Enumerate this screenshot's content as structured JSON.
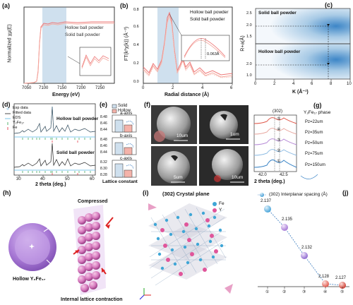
{
  "panels": {
    "a": {
      "label": "(a)",
      "ylabel": "Normalized χμ(E)",
      "xlabel": "Energy (eV)",
      "xticks": [
        "7050",
        "7100",
        "7150",
        "7200",
        "7250"
      ],
      "legend": [
        "Hollow ball powder",
        "Solid ball powder"
      ]
    },
    "b": {
      "label": "(b)",
      "ylabel": "FT(k²χ(k)) (Å⁻³)",
      "xlabel": "Radial distance (Å)",
      "xticks": [
        "0",
        "2",
        "4",
        "6"
      ],
      "yticks": [
        "0.0",
        "0.2",
        "0.4",
        "0.6",
        "0.8"
      ],
      "legend": [
        "Hollow ball powder",
        "Solid ball powder"
      ],
      "annotation": "0.063Å"
    },
    "c": {
      "label": "(c)",
      "ylabel": "R+a(Å)",
      "xlabel": "K (Å⁻¹)",
      "xticks": [
        "0",
        "2",
        "4",
        "6",
        "8",
        "10"
      ],
      "yticks": [
        "1.0",
        "1.5",
        "2.0",
        "2.5"
      ],
      "top_title": "Solid ball powder",
      "bottom_title": "Hollow ball powder"
    },
    "d": {
      "label": "(d)",
      "legend": [
        "Exp data",
        "Fitted data",
        "EDS",
        "Y₂Fe₁₇",
        "Fe"
      ],
      "top_title": "Hollow ball powder",
      "bottom_title": "Solid ball powder",
      "xlabel": "2 theta (deg.)",
      "xticks": [
        "30",
        "40",
        "50",
        "60"
      ]
    },
    "e": {
      "label": "(e)",
      "legend": [
        "Solid",
        "Hollow"
      ],
      "axes": [
        "a-axis",
        "b-axis",
        "c-axis"
      ],
      "a_ticks": [
        "8.48",
        "8.46",
        "8.44"
      ],
      "b_ticks": [
        "8.48",
        "8.46",
        "8.44"
      ],
      "c_ticks": [
        "8.32",
        "8.30",
        "8.28"
      ],
      "xlabel": "Lattice constant"
    },
    "f": {
      "label": "(f)",
      "scales": [
        "10um",
        "1um",
        "5um",
        "10um"
      ]
    },
    "g": {
      "label": "(g)",
      "peak": "(302)",
      "phase": "Y₂Fe₁₇ phase",
      "rows": [
        {
          "num": "⑤",
          "label": "Pz=22um"
        },
        {
          "num": "④",
          "label": "Pz=35um"
        },
        {
          "num": "③",
          "label": "Pz=50um"
        },
        {
          "num": "②",
          "label": "Pz=75um"
        },
        {
          "num": "①",
          "label": "Pz=150um"
        }
      ],
      "xticks": [
        "42.0",
        "42.5"
      ],
      "xlabel": "2 theta (deg.)"
    },
    "h": {
      "label": "(h)",
      "compressed": "Compressed",
      "sphere": "Hollow Y₂Fe₁₇",
      "caption": "Internal lattice contraction"
    },
    "i": {
      "label": "(i)",
      "title": "(302) Crystal plane",
      "legend": [
        "Fe",
        "Y"
      ]
    },
    "j": {
      "label": "(j)",
      "legend": "(302) Interplanar spacing (Å)",
      "points": [
        "2.137",
        "2.135",
        "2.132",
        "2.128",
        "2.127"
      ],
      "xticks": [
        "①",
        "②",
        "③",
        "④",
        "⑤"
      ]
    }
  },
  "chart_data": [
    {
      "panel": "a",
      "type": "line",
      "xlabel": "Energy (eV)",
      "ylabel": "Normalized χμ(E)",
      "xlim": [
        7040,
        7280
      ],
      "series": [
        {
          "name": "Hollow ball powder"
        },
        {
          "name": "Solid ball powder"
        }
      ]
    },
    {
      "panel": "b",
      "type": "line",
      "xlabel": "Radial distance (Å)",
      "ylabel": "FT(k²χ(k)) (Å⁻³)",
      "xlim": [
        0,
        6
      ],
      "ylim": [
        0,
        0.8
      ],
      "series": [
        {
          "name": "Hollow ball powder"
        },
        {
          "name": "Solid ball powder"
        }
      ]
    },
    {
      "panel": "c",
      "type": "heatmap",
      "xlabel": "K (Å⁻¹)",
      "ylabel": "R+a(Å)",
      "xlim": [
        0,
        10
      ],
      "ylim": [
        1.0,
        2.75
      ],
      "maxima": [
        {
          "name": "Solid ball powder",
          "k": 8,
          "r": 2.1
        },
        {
          "name": "Hollow ball powder",
          "k": 8,
          "r": 2.0
        }
      ]
    },
    {
      "panel": "e",
      "type": "bar",
      "categories": [
        "a-axis",
        "b-axis",
        "c-axis"
      ],
      "series": [
        {
          "name": "Solid",
          "values": [
            8.474,
            8.474,
            8.312
          ]
        },
        {
          "name": "Hollow",
          "values": [
            8.452,
            8.452,
            8.298
          ]
        }
      ]
    },
    {
      "panel": "j",
      "type": "scatter",
      "categories": [
        "①",
        "②",
        "③",
        "④",
        "⑤"
      ],
      "series": [
        {
          "name": "(302) Interplanar spacing (Å)",
          "values": [
            2.137,
            2.135,
            2.132,
            2.128,
            2.127
          ]
        }
      ]
    }
  ]
}
